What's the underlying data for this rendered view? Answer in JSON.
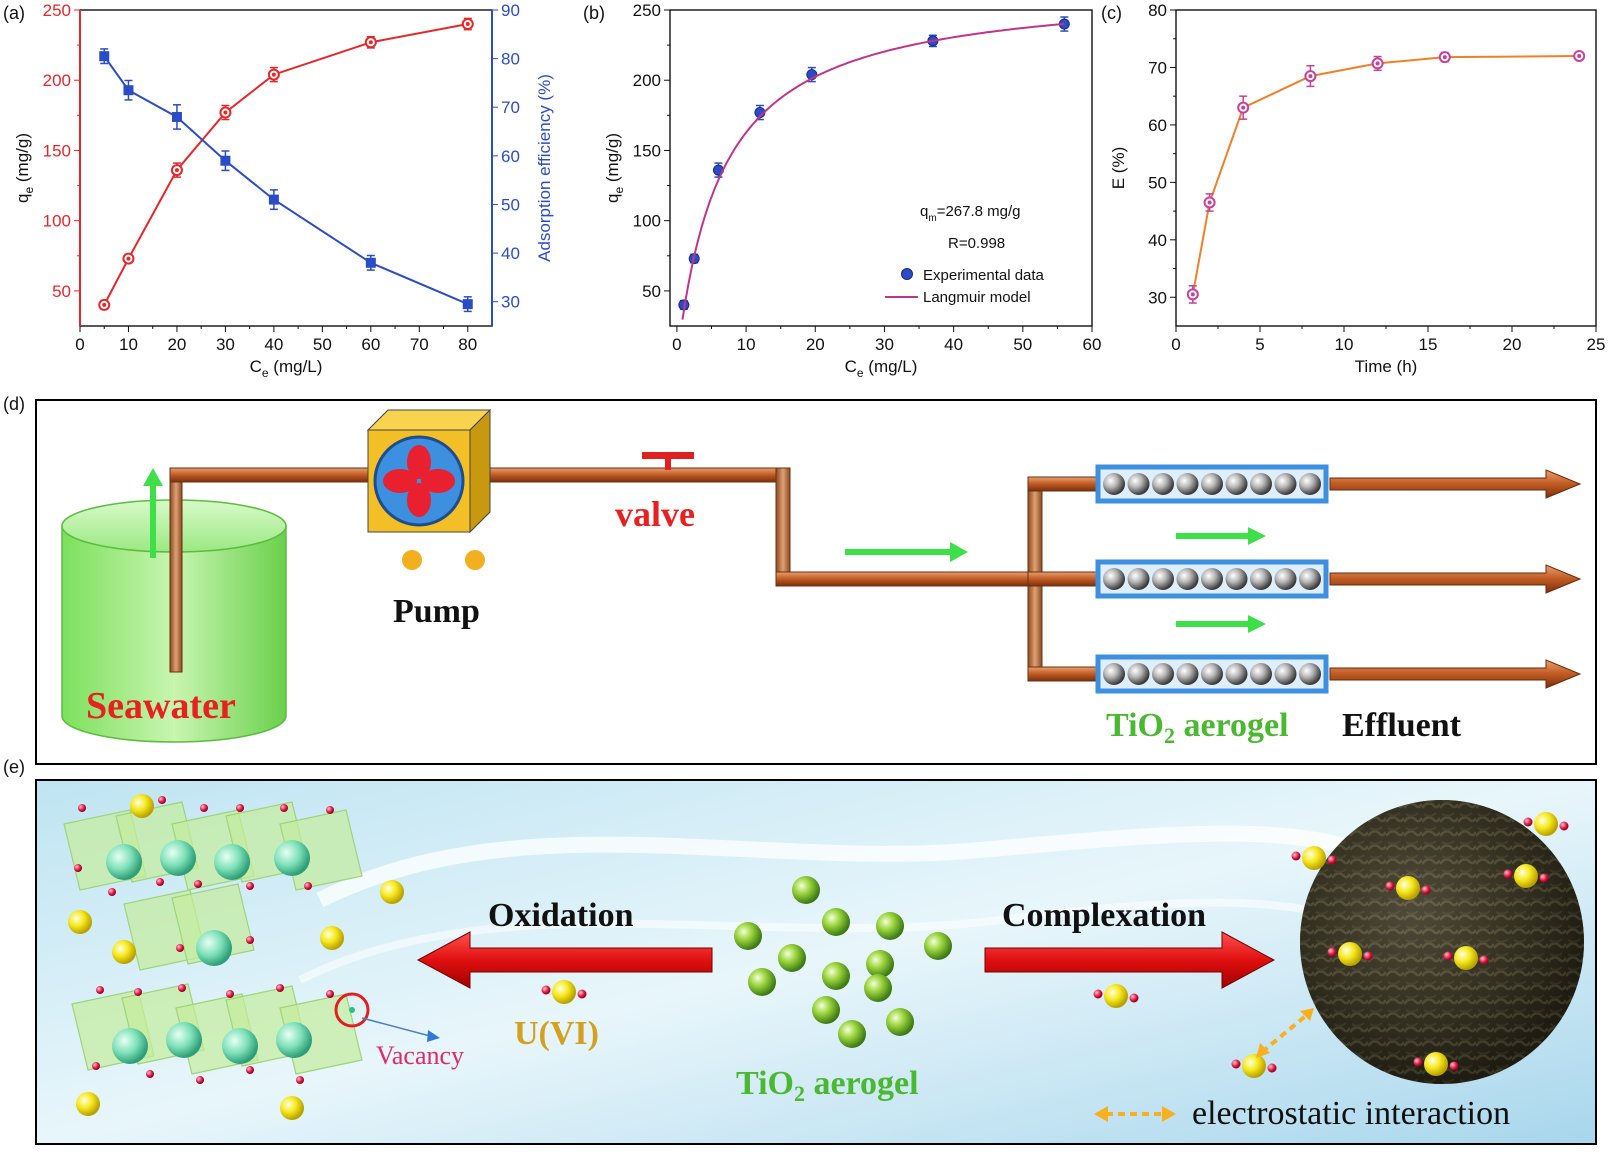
{
  "panel_labels": {
    "a": "(a)",
    "b": "(b)",
    "c": "(c)",
    "d": "(d)",
    "e": "(e)"
  },
  "colors": {
    "red": "#e8262a",
    "blue": "#2a4cc6",
    "pink": "#c0348a",
    "orange": "#f08028",
    "magenta": "#c8409a",
    "green_arrow": "#3ee04a",
    "pipe": "#c06030",
    "pump": "#f2c026",
    "aerogel_frame": "#3d8fe0"
  },
  "chart_data": [
    {
      "type": "line",
      "panel": "a",
      "xlabel": "C",
      "xlabel_sub": "e",
      "xlabel_unit": " (mg/L)",
      "ylabel": "q",
      "ylabel_sub": "e",
      "ylabel_unit": " (mg/g)",
      "y2label": "Adsorption efficiency (%)",
      "xlim": [
        0,
        85
      ],
      "ylim": [
        25,
        250
      ],
      "y2lim": [
        25,
        90
      ],
      "x_ticks": [
        0,
        10,
        20,
        30,
        40,
        50,
        60,
        70,
        80
      ],
      "y_ticks": [
        50,
        100,
        150,
        200,
        250
      ],
      "y2_ticks": [
        30,
        40,
        50,
        60,
        70,
        80,
        90
      ],
      "series": [
        {
          "axis": "left",
          "color": "#e8262a",
          "marker": "circle",
          "x": [
            5,
            10,
            20,
            30,
            40,
            60,
            80
          ],
          "y": [
            40,
            73,
            136,
            177,
            204,
            227,
            240
          ],
          "err": [
            3,
            3,
            5,
            5,
            5,
            4,
            4
          ]
        },
        {
          "axis": "right",
          "color": "#2a4cc6",
          "marker": "square",
          "x": [
            5,
            10,
            20,
            30,
            40,
            60,
            80
          ],
          "y": [
            80.5,
            73.5,
            68.0,
            59.0,
            51.0,
            38.0,
            29.5
          ],
          "err": [
            1.5,
            2.0,
            2.5,
            2.0,
            2.0,
            1.5,
            1.5
          ]
        }
      ]
    },
    {
      "type": "line",
      "panel": "b",
      "xlabel": "C",
      "xlabel_sub": "e",
      "xlabel_unit": " (mg/L)",
      "ylabel": "q",
      "ylabel_sub": "e",
      "ylabel_unit": " (mg/g)",
      "xlim": [
        -1,
        60
      ],
      "ylim": [
        25,
        250
      ],
      "x_ticks": [
        0,
        10,
        20,
        30,
        40,
        50,
        60
      ],
      "y_ticks": [
        50,
        100,
        150,
        200,
        250
      ],
      "annotation": {
        "qm_prefix": "q",
        "qm_sub": "m",
        "qm_text": "=267.8 mg/g",
        "r_text": "R=0.998"
      },
      "legend": {
        "placement": "bottom-right",
        "entries": [
          "Experimental data",
          "Langmuir model"
        ]
      },
      "series": [
        {
          "name": "Experimental data",
          "color": "#2a4cc6",
          "marker": "circle",
          "x": [
            1.0,
            2.5,
            6.0,
            12.0,
            19.5,
            37.0,
            56.0
          ],
          "y": [
            40,
            73,
            136,
            177,
            204,
            228,
            240
          ],
          "err": [
            3,
            3,
            5,
            5,
            5,
            4,
            5
          ]
        },
        {
          "name": "Langmuir model",
          "color": "#c0348a",
          "fit": "langmuir",
          "qm": 267.8,
          "kl": 0.155
        }
      ]
    },
    {
      "type": "line",
      "panel": "c",
      "xlabel": "Time (h)",
      "ylabel": "E (%)",
      "xlim": [
        0,
        25
      ],
      "ylim": [
        25,
        80
      ],
      "x_ticks": [
        0,
        5,
        10,
        15,
        20,
        25
      ],
      "y_ticks": [
        30,
        40,
        50,
        60,
        70,
        80
      ],
      "series": [
        {
          "color": "#f08028",
          "marker_color": "#c8409a",
          "marker": "circle",
          "x": [
            1,
            2,
            4,
            8,
            12,
            16,
            24
          ],
          "y": [
            30.5,
            46.5,
            63.0,
            68.5,
            70.7,
            71.8,
            72.0
          ],
          "err": [
            1.5,
            1.5,
            2.0,
            1.8,
            1.2,
            0.8,
            0.5
          ]
        }
      ]
    }
  ],
  "diagram_d": {
    "seawater": "Seawater",
    "pump": "Pump",
    "valve": "valve",
    "aerogel_main": "TiO",
    "aerogel_sub": "2",
    "aerogel_rest": " aerogel",
    "effluent": "Effluent"
  },
  "diagram_e": {
    "oxidation": "Oxidation",
    "complexation": "Complexation",
    "uvi": "U(VI)",
    "vacancy": "Vacancy",
    "aerogel_main": "TiO",
    "aerogel_sub": "2",
    "aerogel_rest": " aerogel",
    "electrostatic": "electrostatic interaction"
  }
}
